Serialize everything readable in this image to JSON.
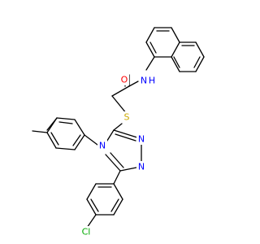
{
  "molecule": {
    "atoms": {
      "oxygen": {
        "label": "O",
        "color": "#ff0000"
      },
      "amide_nitrogen": {
        "label": "N",
        "color": "#0000ff"
      },
      "amide_hydrogen": {
        "label": "H",
        "color": "#0000ff"
      },
      "sulfur": {
        "label": "S",
        "color": "#ccaa00"
      },
      "triazole_n4": {
        "label": "N",
        "color": "#0000ff"
      },
      "triazole_n1": {
        "label": "N",
        "color": "#0000ff"
      },
      "triazole_n2": {
        "label": "N",
        "color": "#0000ff"
      },
      "chlorine": {
        "label": "Cl",
        "color": "#00aa00"
      }
    }
  }
}
